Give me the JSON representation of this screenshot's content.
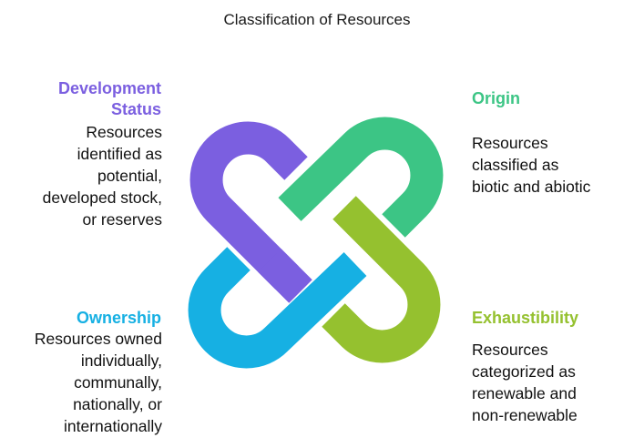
{
  "title": "Classification of Resources",
  "colors": {
    "purple": "#7B5FE0",
    "green": "#3CC585",
    "lime": "#95C12F",
    "blue": "#16B0E3"
  },
  "sections": {
    "development": {
      "heading_line1": "Development",
      "heading_line2": "Status",
      "lines": [
        "Resources",
        "identified as",
        "potential,",
        "developed stock,",
        "or reserves"
      ]
    },
    "origin": {
      "heading": "Origin",
      "lines": [
        "Resources",
        "classified as",
        "biotic and abiotic"
      ]
    },
    "ownership": {
      "heading": "Ownership",
      "lines": [
        "Resources owned",
        "individually,",
        "communally,",
        "nationally, or",
        "internationally"
      ]
    },
    "exhaustibility": {
      "heading": "Exhaustibility",
      "lines": [
        "Resources",
        "categorized as",
        "renewable and",
        "non-renewable"
      ]
    }
  }
}
